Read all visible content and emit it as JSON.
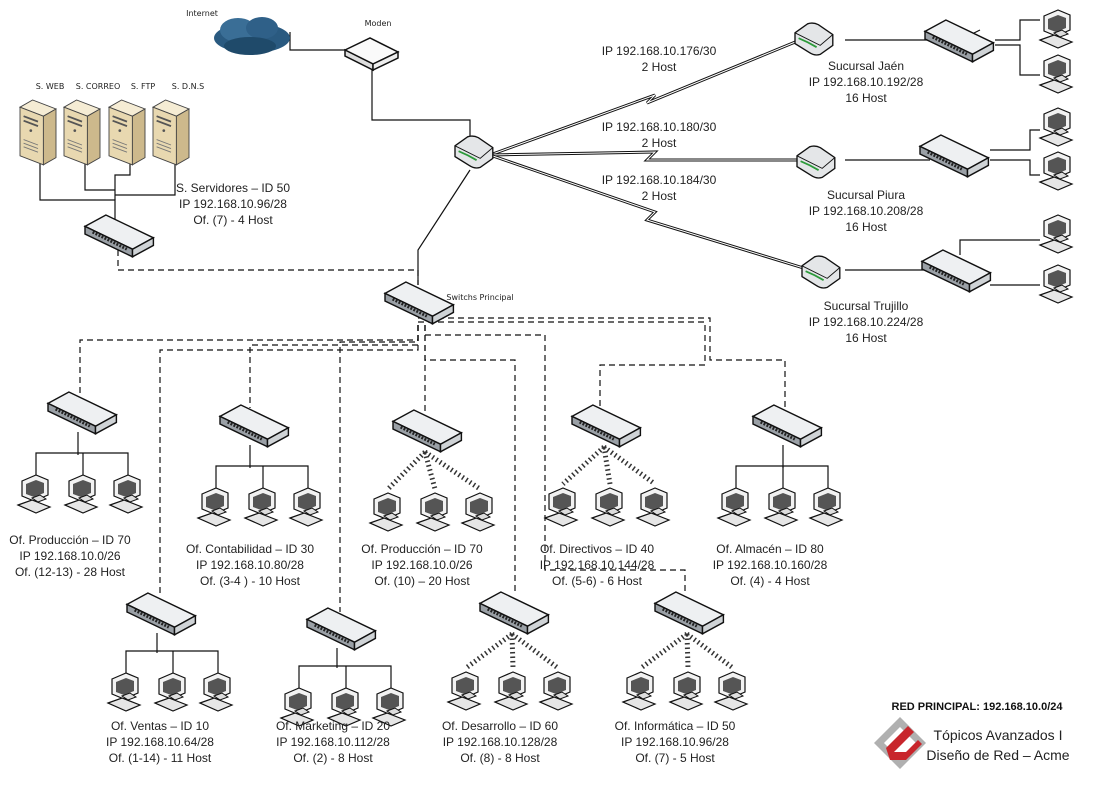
{
  "top": {
    "internet_label": "Internet",
    "modem_label": "Moden",
    "main_switch_label": "Switchs Principal"
  },
  "servers": {
    "names": [
      "S. WEB",
      "S. CORREO",
      "S. FTP",
      "S. D.N.S"
    ],
    "lines": [
      "S. Servidores – ID 50",
      "IP 192.168.10.96/28",
      "Of. (7) - 4 Host"
    ]
  },
  "wan_links": [
    {
      "lines": [
        "IP 192.168.10.176/30",
        "2 Host"
      ]
    },
    {
      "lines": [
        "IP 192.168.10.180/30",
        "2 Host"
      ]
    },
    {
      "lines": [
        "IP 192.168.10.184/30",
        "2 Host"
      ]
    }
  ],
  "branches": [
    {
      "lines": [
        "Sucursal Jaén",
        "IP 192.168.10.192/28",
        "16 Host"
      ]
    },
    {
      "lines": [
        "Sucursal Piura",
        "IP 192.168.10.208/28",
        "16 Host"
      ]
    },
    {
      "lines": [
        "Sucursal Trujillo",
        "IP 192.168.10.224/28",
        "16 Host"
      ]
    }
  ],
  "offices": [
    {
      "lines": [
        "Of. Producción – ID 70",
        "IP 192.168.10.0/26",
        "Of. (12-13) - 28 Host"
      ],
      "link": "wired"
    },
    {
      "lines": [
        "Of. Contabilidad – ID 30",
        "IP 192.168.10.80/28",
        "Of. (3-4 ) - 10 Host"
      ],
      "link": "wired"
    },
    {
      "lines": [
        "Of. Producción – ID 70",
        "IP 192.168.10.0/26",
        "Of. (10) – 20 Host"
      ],
      "link": "wireless"
    },
    {
      "lines": [
        "Of. Directivos – ID 40",
        "IP 192.168.10.144/28",
        "Of. (5-6) - 6 Host"
      ],
      "link": "wireless"
    },
    {
      "lines": [
        "Of. Almacén – ID 80",
        "IP 192.168.10.160/28",
        "Of. (4) - 4 Host"
      ],
      "link": "wired"
    },
    {
      "lines": [
        "Of. Ventas – ID 10",
        "IP 192.168.10.64/28",
        "Of. (1-14) - 11 Host"
      ],
      "link": "wired"
    },
    {
      "lines": [
        "Of. Marketing – ID 20",
        "IP 192.168.10.112/28",
        "Of. (2) - 8 Host"
      ],
      "link": "wired"
    },
    {
      "lines": [
        "Of. Desarrollo – ID 60",
        "IP 192.168.10.128/28",
        "Of. (8) - 8 Host"
      ],
      "link": "wireless"
    },
    {
      "lines": [
        "Of. Informática – ID 50",
        "IP 192.168.10.96/28",
        "Of. (7) - 5 Host"
      ],
      "link": "wireless"
    }
  ],
  "footer": {
    "network": "RED PRINCIPAL: 192.168.10.0/24",
    "course": "Tópicos Avanzados I",
    "project": "Diseño de Red – Acme"
  },
  "colors": {
    "logo_red": "#c8262c",
    "logo_gray": "#9a9a9a",
    "cloud": "#2a5a80",
    "server": "#e8d8b0"
  }
}
